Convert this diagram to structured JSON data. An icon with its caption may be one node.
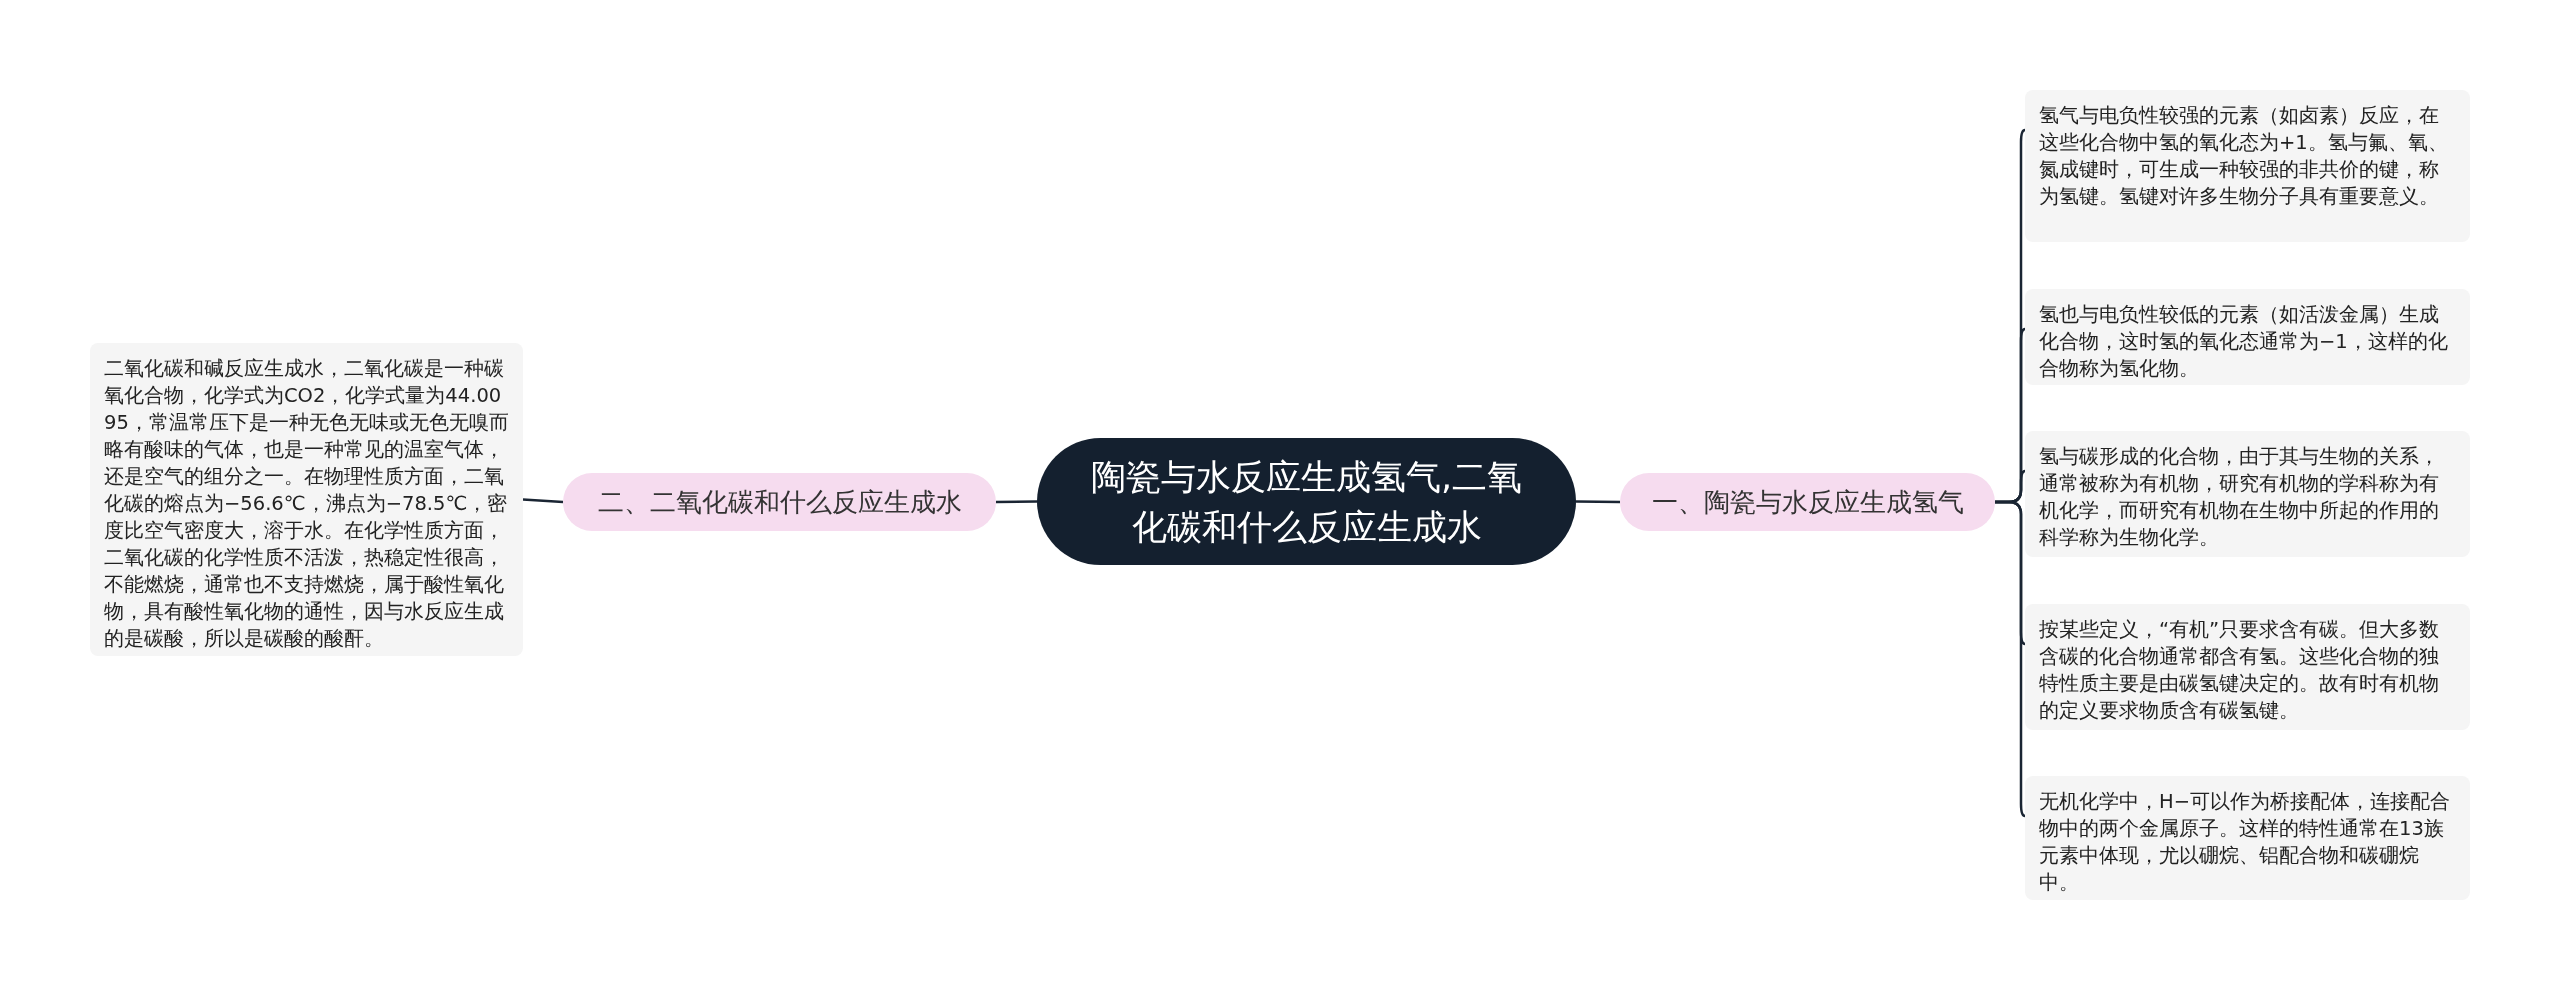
{
  "diagram": {
    "nodes": [
      {
        "text": [
          "陶瓷与水反应生成氢气,二氧化碳和什么反应生成水"
        ]
      },
      {
        "text": [
          "二、二氧化碳和什么反应生成水"
        ]
      },
      {
        "text": [
          "二氧化碳和碱反应生成水，二氧化碳是一种碳氧化合物，化学式为CO2，化学式量为44.0095，常温常压下是一种无色无味或无色无嗅而略有酸味的气体，也是一种常见的温室气体，还是空气的组分之一。在物理性质方面，二氧化碳的熔点为−56.6℃，沸点为−78.5℃，密度比空气密度大，溶于水。在化学性质方面，二氧化碳的化学性质不活泼，热稳定性很高，不能燃烧，通常也不支持燃烧，属于酸性氧化物，具有酸性氧化物的通性，因与水反应生成的是碳酸，所以是碳酸的酸酐。"
        ]
      },
      {
        "text": [
          "一、陶瓷与水反应生成氢气"
        ]
      },
      {
        "text": [
          "氢气与电负性较强的元素（如卤素）反应，在这些化合物中氢的氧化态为+1。氢与氟、氧、氮成键时，可生成一种较强的非共价的键，称为氢键。氢键对许多生物分子具有重要意义。"
        ]
      },
      {
        "text": [
          "氢也与电负性较低的元素（如活泼金属）生成化合物，这时氢的氧化态通常为−1，这样的化合物称为氢化物。"
        ]
      },
      {
        "text": [
          "氢与碳形成的化合物，由于其与生物的关系，通常被称为有机物，研究有机物的学科称为有机化学，而研究有机物在生物中所起的作用的科学称为生物化学。"
        ]
      },
      {
        "text": [
          "按某些定义，“有机”只要求含有碳。但大多数含碳的化合物通常都含有氢。这些化合物的独特性质主要是由碳氢键决定的。故有时有机物的定义要求物质含有碳氢键。"
        ]
      },
      {
        "text": [
          "无机化学中，H−可以作为桥接配体，连接配合物中的两个金属原子。这样的特性通常在13族元素中体现，尤以硼烷、铝配合物和碳硼烷中。"
        ]
      }
    ],
    "edges": [
      {
        "from": 0,
        "to": 1,
        "arrow": "none"
      },
      {
        "from": 1,
        "to": 2,
        "arrow": "none"
      },
      {
        "from": 0,
        "to": 3,
        "arrow": "none"
      },
      {
        "from": 3,
        "to": 4,
        "arrow": "none"
      },
      {
        "from": 3,
        "to": 5,
        "arrow": "none"
      },
      {
        "from": 3,
        "to": 6,
        "arrow": "none"
      },
      {
        "from": 3,
        "to": 7,
        "arrow": "none"
      },
      {
        "from": 3,
        "to": 8,
        "arrow": "none"
      }
    ]
  }
}
